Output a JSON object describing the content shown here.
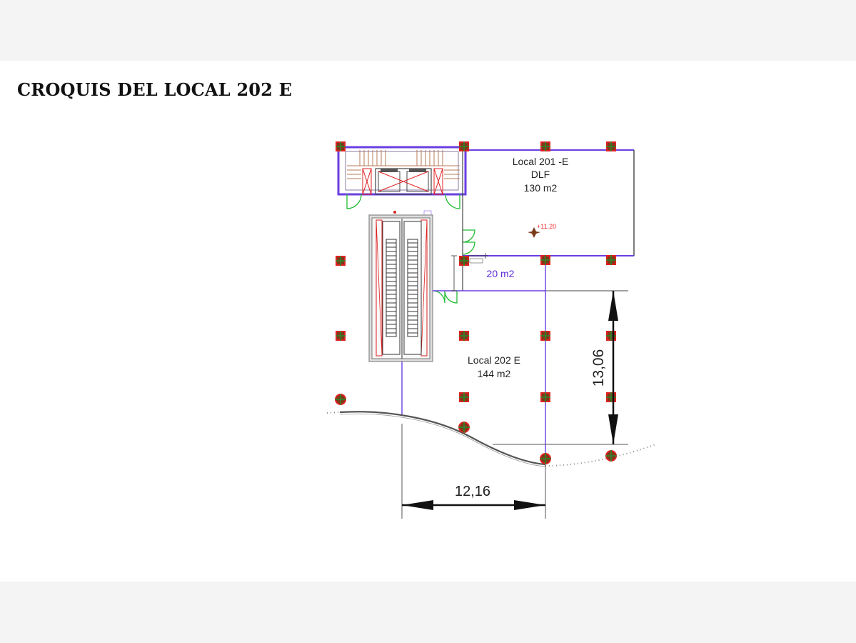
{
  "title": "CROQUIS DEL LOCAL 202 E",
  "labels": {
    "local_201": {
      "name": "Local  201 -E",
      "tenant": "DLF",
      "area": "130 m2"
    },
    "local_202": {
      "name": "Local 202 E",
      "area": "144 m2"
    },
    "small_unit": {
      "area": "20  m2"
    },
    "level_mark": "+11.20",
    "dimension_width": "12,16",
    "dimension_height": "13,06"
  },
  "colors": {
    "wall": "#6a3fe0",
    "column_fill": "#7a3b1a",
    "column_outline": "#e02020",
    "door": "#22bb33",
    "dimension": "#111111"
  }
}
